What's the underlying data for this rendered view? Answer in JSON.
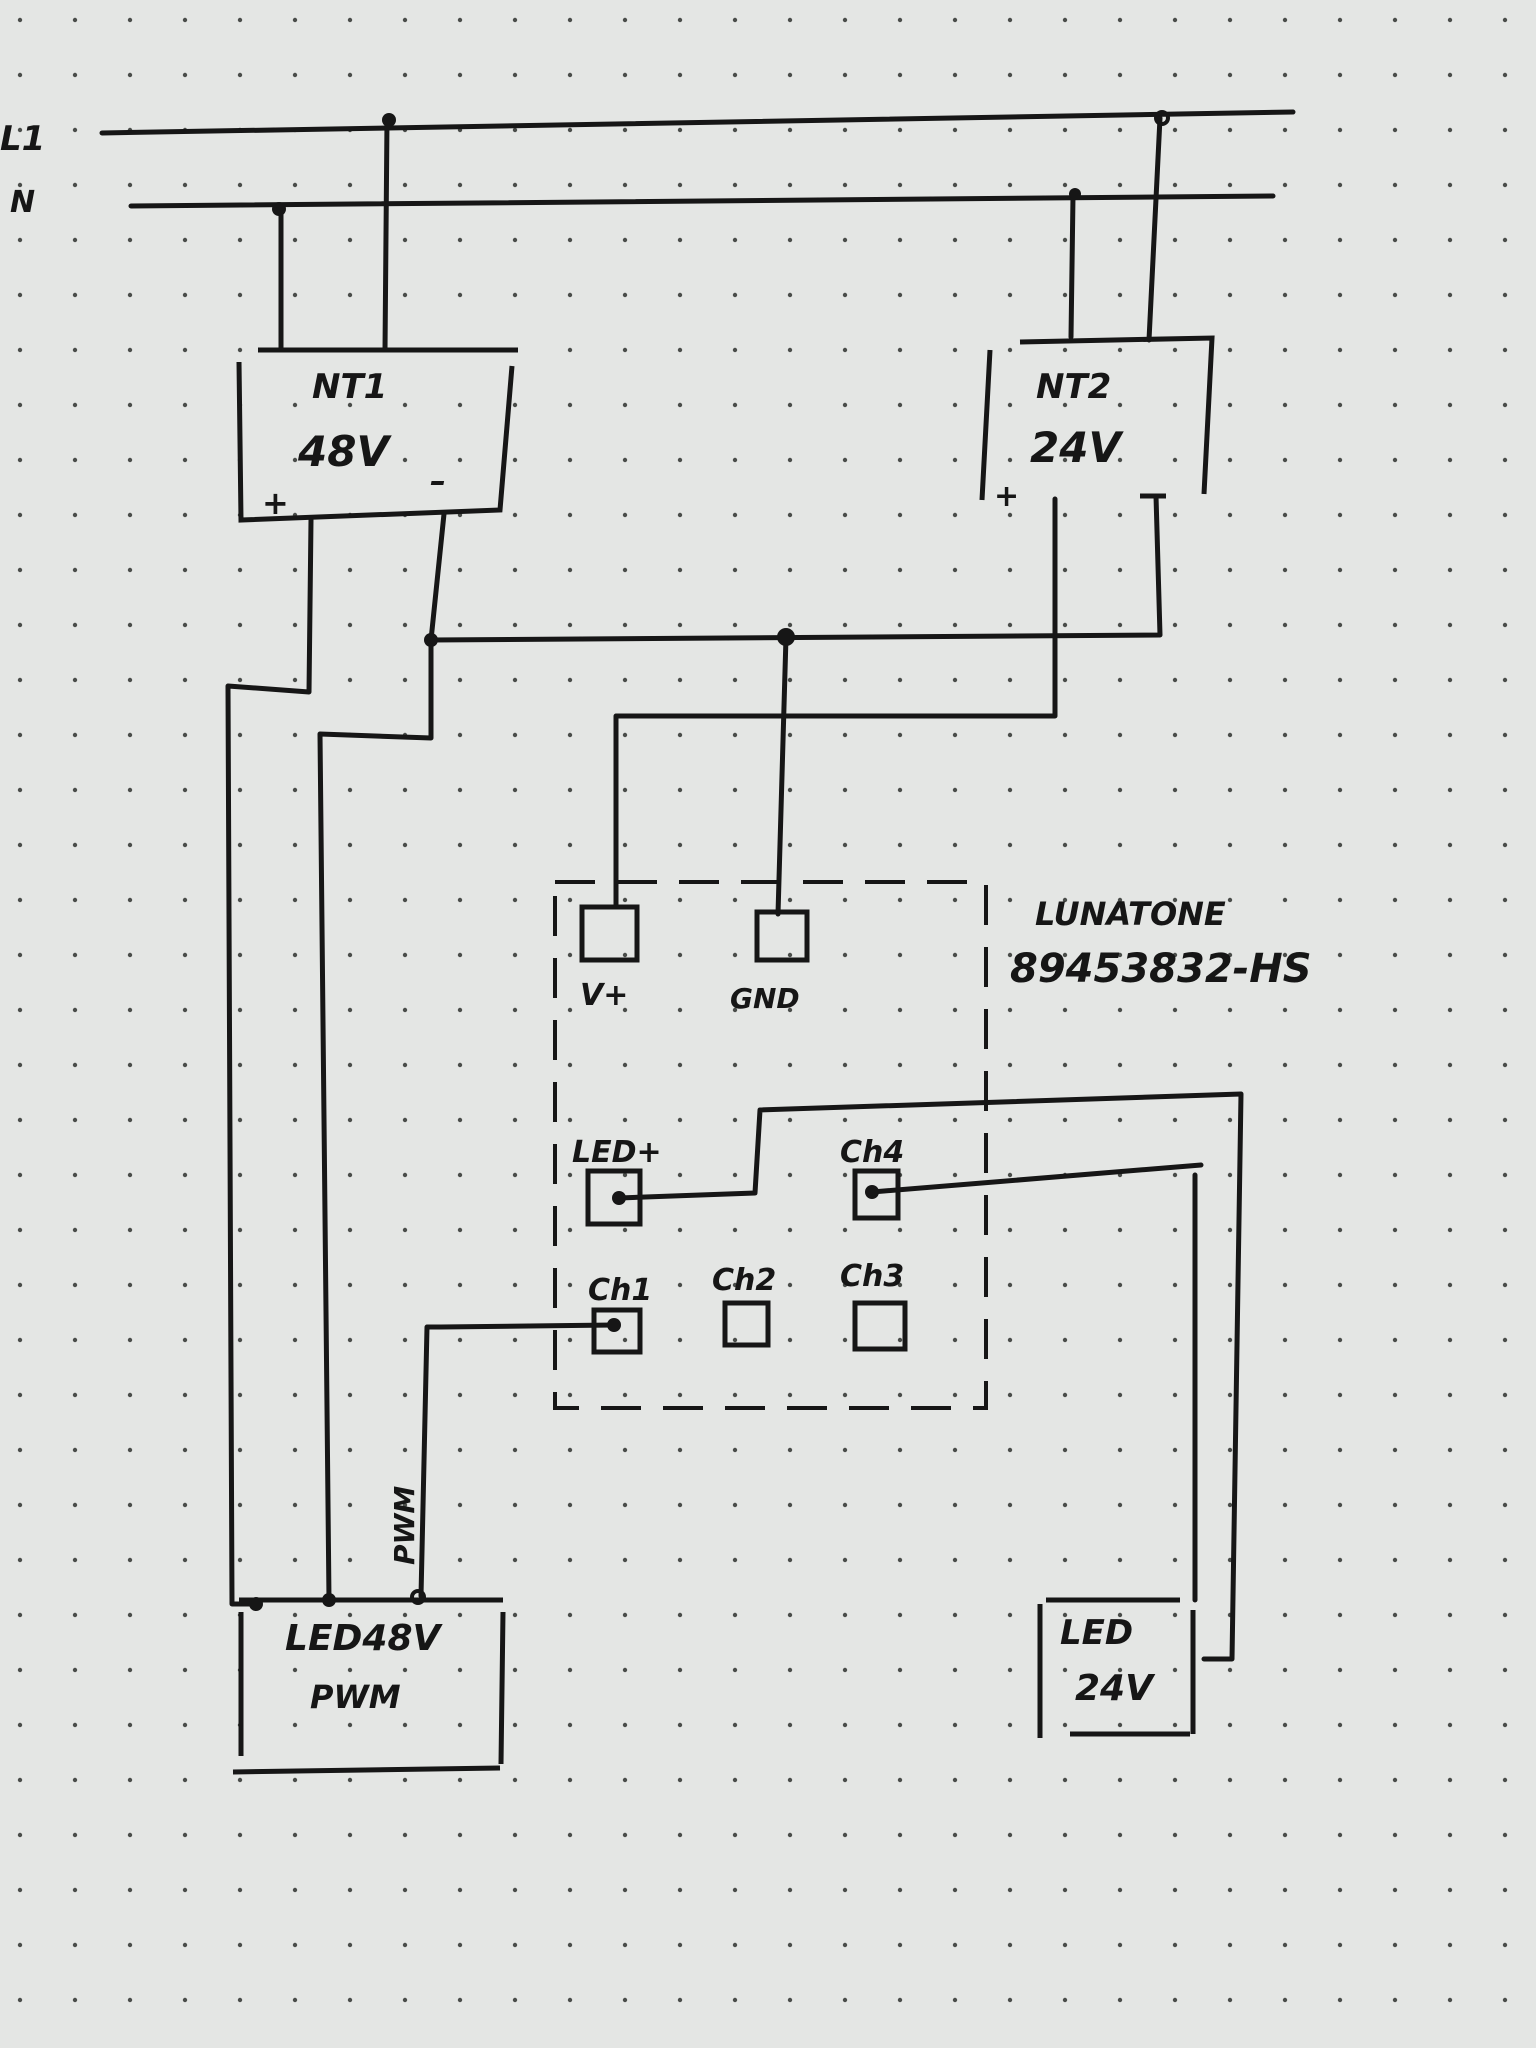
{
  "mains": {
    "l1": "L1",
    "n": "N"
  },
  "nt1": {
    "name": "NT1",
    "voltage": "48V",
    "plus": "+",
    "minus": "–"
  },
  "nt2": {
    "name": "NT2",
    "voltage": "24V",
    "plus": "+",
    "minus": "–"
  },
  "controller": {
    "brand": "LUNATONE",
    "model": "89453832-HS",
    "terminals": {
      "vplus": "V+",
      "gnd": "GND",
      "ledplus": "LED+",
      "ch1": "Ch1",
      "ch2": "Ch2",
      "ch3": "Ch3",
      "ch4": "Ch4"
    }
  },
  "wire_labels": {
    "pwm": "PWM"
  },
  "led48": {
    "line1": "LED48V",
    "line2": "PWM"
  },
  "led24": {
    "line1": "LED",
    "line2": "24V"
  },
  "colors": {
    "paper": "#e4e6e4",
    "ink": "#161616"
  }
}
